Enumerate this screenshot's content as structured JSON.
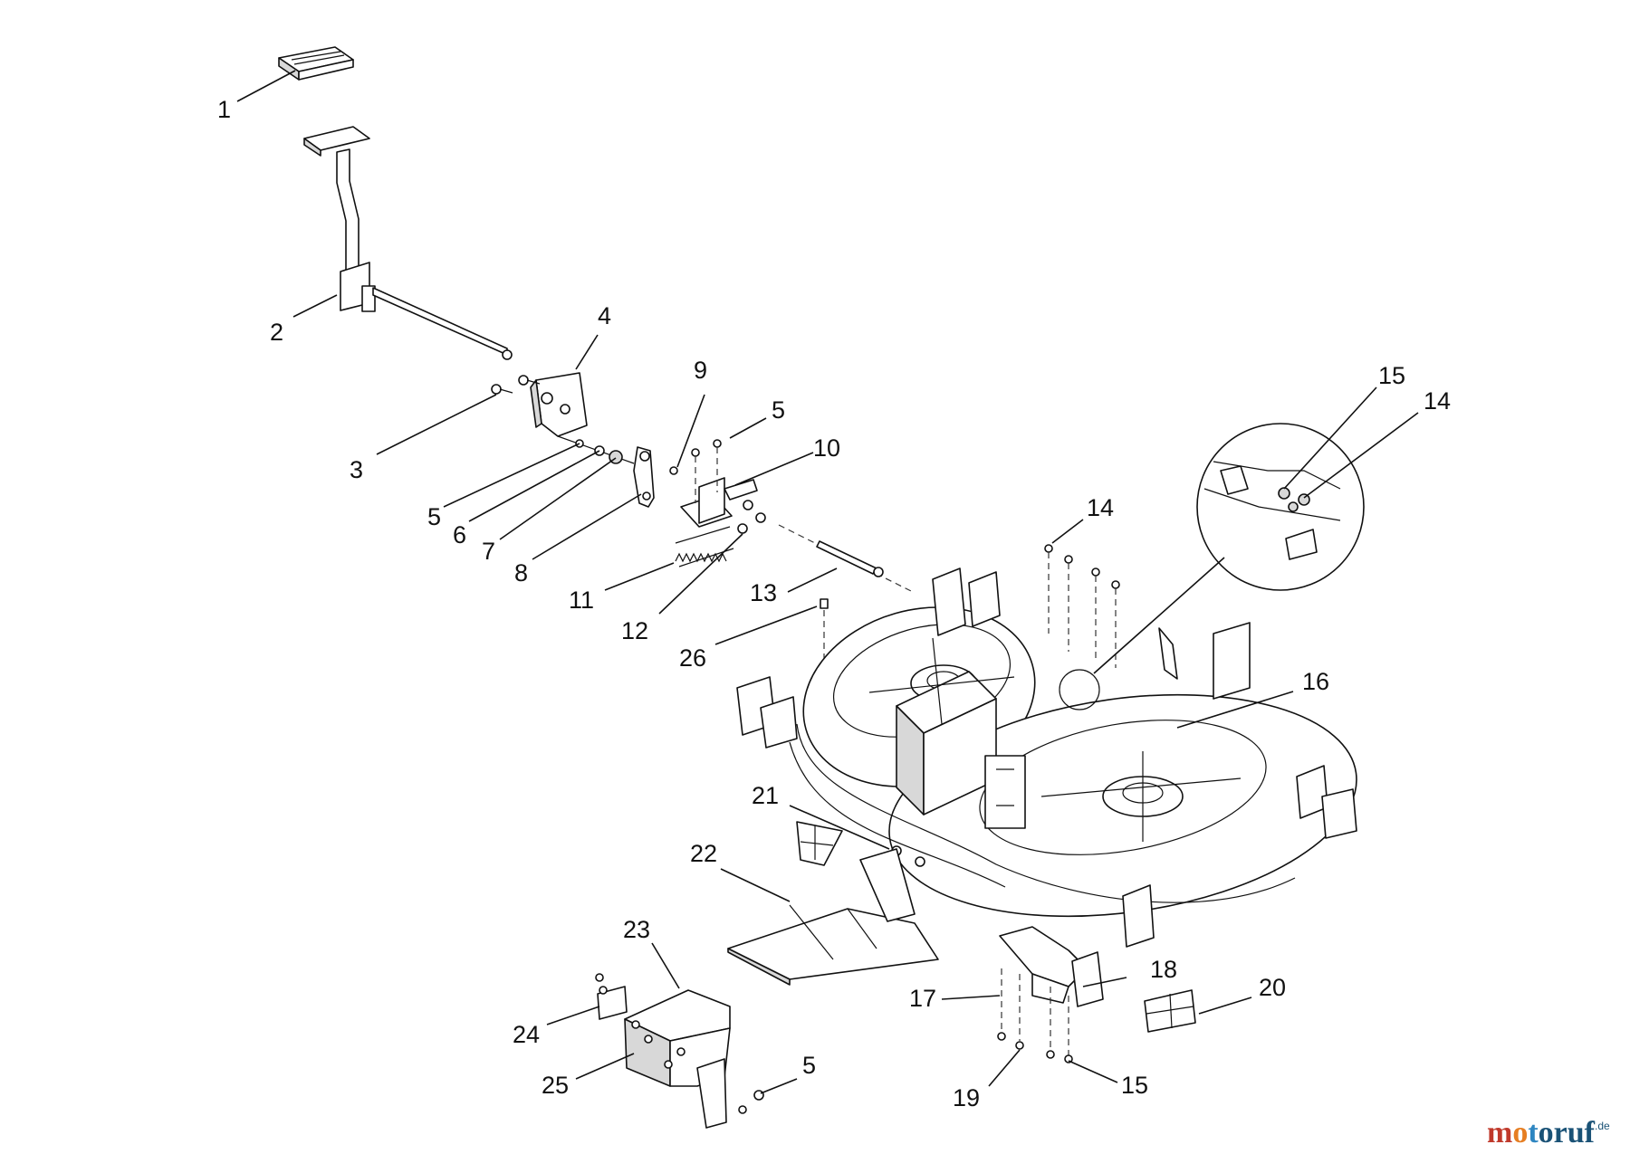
{
  "callouts": {
    "c1": "1",
    "c2": "2",
    "c3": "3",
    "c4": "4",
    "c5a": "5",
    "c5b": "5",
    "c5c": "5",
    "c6": "6",
    "c7": "7",
    "c8": "8",
    "c9": "9",
    "c10": "10",
    "c11": "11",
    "c12": "12",
    "c13": "13",
    "c14a": "14",
    "c14b": "14",
    "c15a": "15",
    "c15b": "15",
    "c16": "16",
    "c17": "17",
    "c18": "18",
    "c19": "19",
    "c20": "20",
    "c21": "21",
    "c22": "22",
    "c23": "23",
    "c24": "24",
    "c25": "25",
    "c26": "26"
  },
  "watermark": {
    "brand": "motoruf",
    "suffix": ".de",
    "colors": {
      "m": "#c0392b",
      "o": "#e67e22",
      "t": "#2e86c1",
      "rest": "#1a5276"
    }
  }
}
